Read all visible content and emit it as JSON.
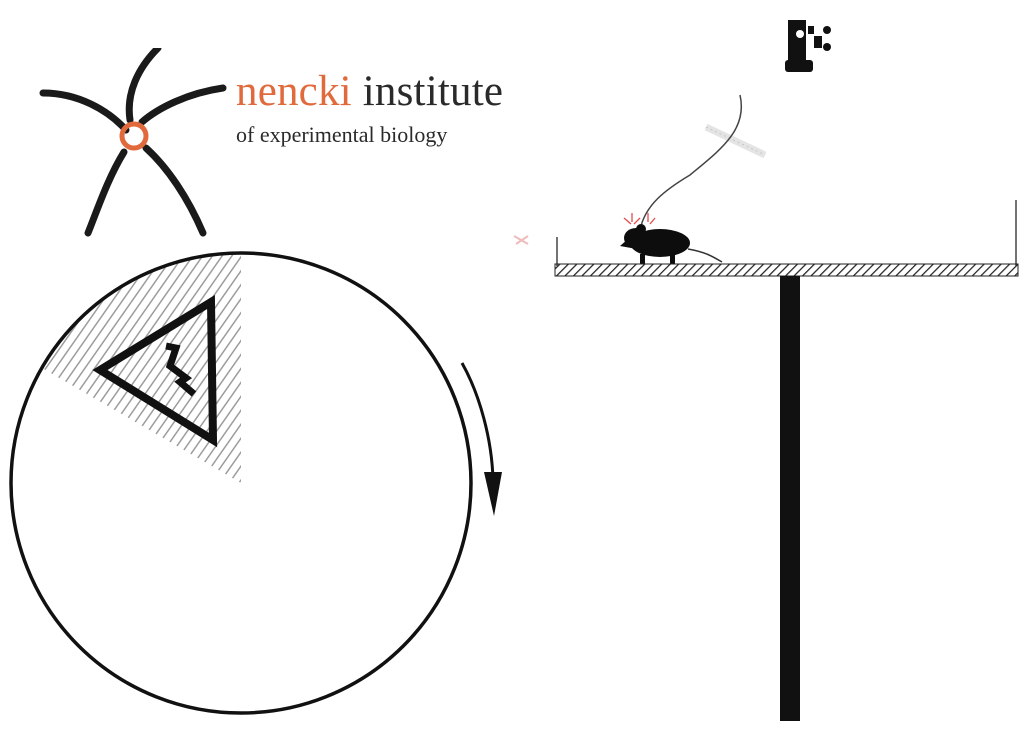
{
  "logo": {
    "name_part1": "nencki",
    "name_part2": " institute",
    "subtitle": "of experimental biology",
    "icon": "neuron-logo-icon",
    "brand_color": "#e06a3c",
    "text_color": "#2a2a2a"
  },
  "arena_top_view": {
    "shock_zone_icon": "shock-warning-icon",
    "rotation_icon": "clockwise-arrow-icon",
    "rotation_direction": "clockwise"
  },
  "arena_side_view": {
    "camera_icon": "camera-icon",
    "subject_icon": "mouse-icon",
    "tether_icon": "cable-icon",
    "ir_led_icon": "led-icon",
    "led_color": "#e34a4a"
  }
}
